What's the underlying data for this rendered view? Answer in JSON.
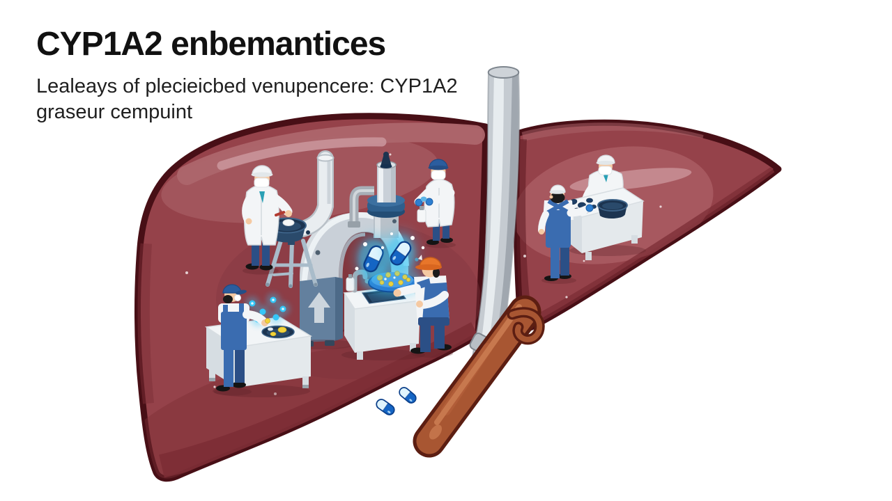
{
  "header": {
    "title": "CYP1A2 enbemantices",
    "subtitle_line1": "Lealeays of plecieicbed venupencere: CYP1A2",
    "subtitle_line2": "graseur cempuint"
  },
  "colors": {
    "background": "#ffffff",
    "title-text": "#111111",
    "subtitle-text": "#1f1f1f",
    "liver-body": "#95424a",
    "liver-outline": "#480f16",
    "liver-highlight": "#ad666b",
    "liver-streak": "#c9939a",
    "liver-shadow": "#7c2e35",
    "liver-inner-dark": "#823840",
    "lobe-light": "#aa5c63",
    "lobe-streak": "#c58b90",
    "crease-dark": "#5d1a20",
    "ground-shadow": "#5e2228",
    "arch-opening": "#83363d",
    "duct-gray": "#c5cbd1",
    "duct-gray-light": "#e9edf0",
    "duct-gray-dark": "#99a1a9",
    "duct-outline": "#7e868e",
    "duct-top": "#ced3d8",
    "duct-coupling": "#b9c0c6",
    "bile-brown": "#a85632",
    "bile-brown-dark": "#5c1e12",
    "bile-brown-mid": "#b9643e",
    "bile-brown-light": "#c97a50",
    "machine-gray": "#c9d0d8",
    "machine-gray-light": "#eef2f5",
    "machine-gray-mid": "#b9c1c9",
    "machine-rim": "#aab4bf",
    "machine-strip": "#d9dee3",
    "machine-top": "#dde2e6",
    "machine-dot": "#4e5f6f",
    "machine-blue": "#63809e",
    "machine-blue-dark": "#4d6a88",
    "machine-foot": "#33475c",
    "arrow-gray": "#ccd5dd",
    "steel-blue": "#2e5f8d",
    "steel-blue-light": "#3c70a0",
    "steel-blue-dark": "#234d75",
    "navy": "#1c3450",
    "navy-mid": "#2a4a6b",
    "navy-dark": "#15304f",
    "pipe-gray": "#a7afb7",
    "pipe-light": "#d6dbdf",
    "pipe-flange": "#97a0a8",
    "pipe-outline": "#b9c1c8",
    "pipe-shade": "#cdd4da",
    "tripod-gray": "#a9bcca",
    "tripod-dark": "#7f93a4",
    "bowl-rim": "#3d6287",
    "utensil-red": "#b23a30",
    "glow-cyan": "#35c6f7",
    "glow-white": "#dff8ff",
    "tray-blue": "#2b7fd4",
    "tray-top": "#4d9fe4",
    "tray-edge": "#11509c",
    "capsule-blue": "#1565c4",
    "capsule-light": "#dff4fd",
    "capsule-edge": "#0b3f8a",
    "dot-yellow": "#f2d33a",
    "yellow-edge": "#caa81f",
    "coat-white": "#f3f5f7",
    "coat-shade": "#d3d9de",
    "table-white": "#f2f5f7",
    "table-shade": "#e4e9ec",
    "table-side": "#d6dde2",
    "table-edge": "#d8dee2",
    "leg-dark": "#9aa5ad",
    "overalls-blue": "#3a6cb0",
    "pants-blue": "#2b4f86",
    "cap-blue": "#2b5d9e",
    "cap-blue-dark": "#1f4a84",
    "cap-brim-blue": "#244e86",
    "cap-white": "#f2f4f6",
    "cap-brim": "#e2e7ea",
    "hardhat-orange": "#e8762a",
    "hardhat-dark": "#c45d1d",
    "hardhat-brim": "#d96620",
    "glove-blue": "#2e7fd0",
    "glove-dark": "#1b5fa8",
    "item-lightblue": "#5db6e8",
    "piece-blue": "#1e3f66",
    "piece-edge": "#122c4a",
    "skin": "#f5c9a2",
    "shoe-black": "#141414",
    "hair-black": "#1b1b1b",
    "mask-white": "#ffffff",
    "mask-edge": "#e1e5e8",
    "eye-dark": "#27241f",
    "tie-teal": "#2aa0b5"
  }
}
